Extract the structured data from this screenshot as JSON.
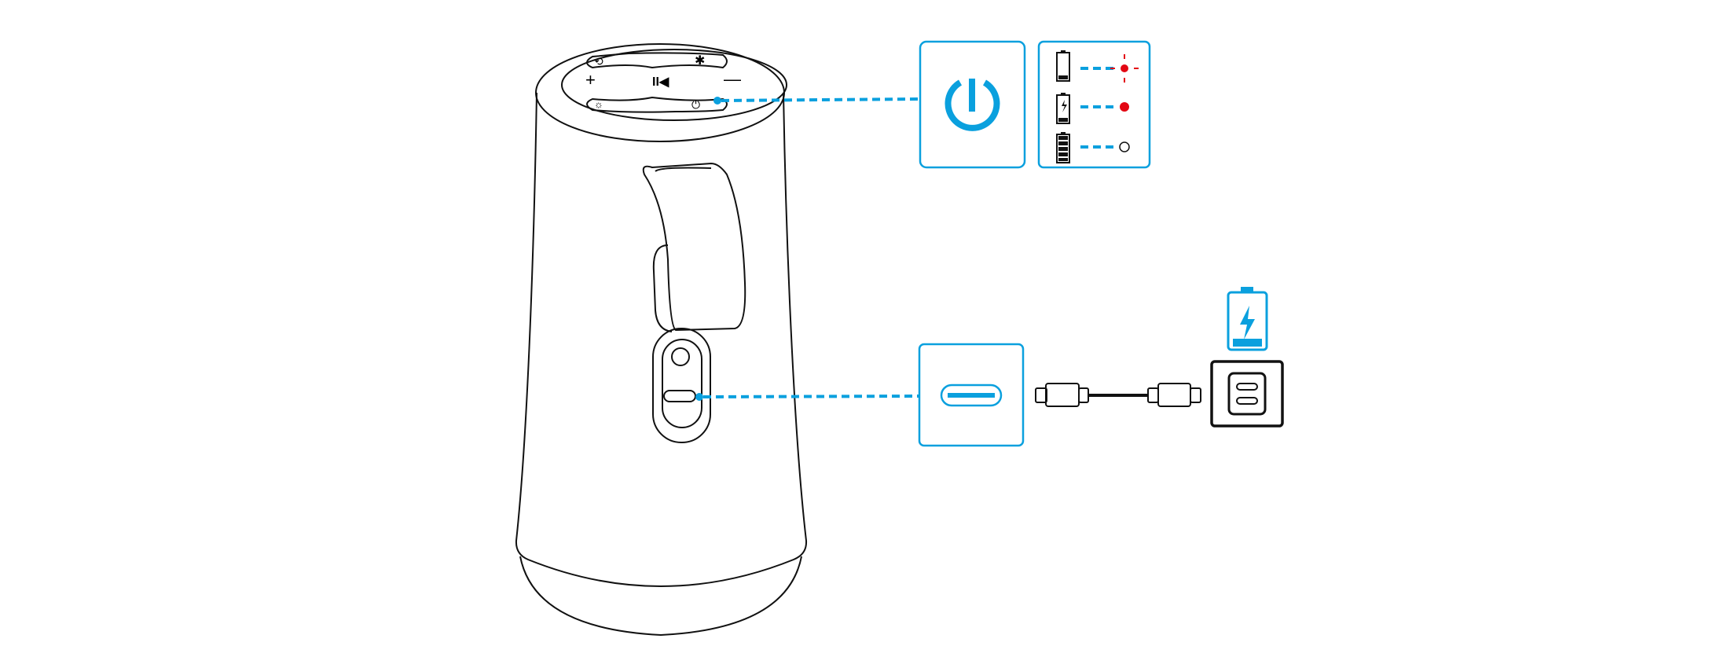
{
  "colors": {
    "accent": "#0aa0de",
    "indicator_red": "#e30613",
    "line": "#111111"
  },
  "icons": {
    "power": "power-icon",
    "usb_port": "usb-c-port-icon",
    "charger": "usb-c-charger-icon",
    "charging_battery": "charging-battery-icon"
  },
  "battery_states": [
    {
      "level": "low",
      "indicator": "red-flashing"
    },
    {
      "level": "charging",
      "indicator": "red-solid"
    },
    {
      "level": "full",
      "indicator": "off"
    }
  ]
}
